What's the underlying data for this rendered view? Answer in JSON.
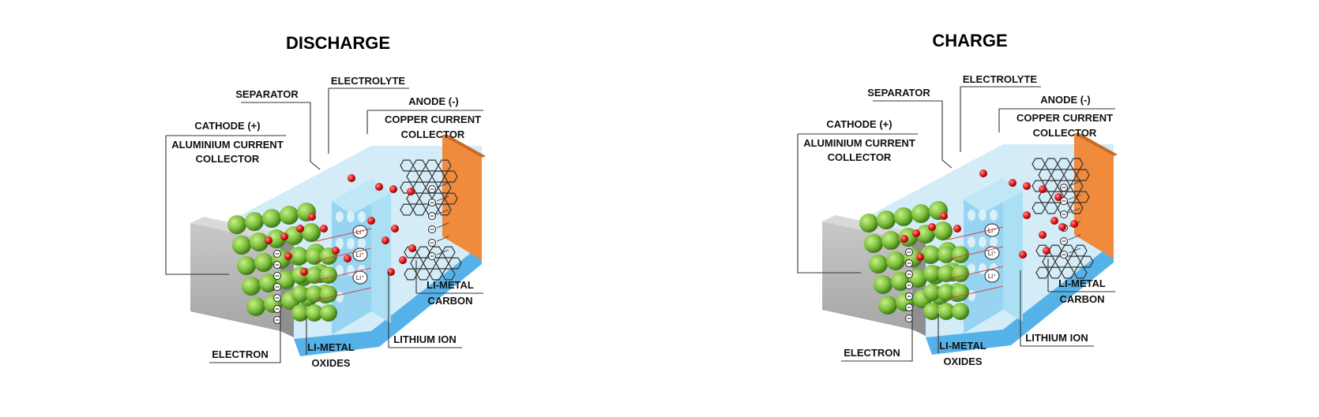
{
  "panels": [
    {
      "id": "discharge",
      "title": "DISCHARGE",
      "labels": {
        "separator": "SEPARATOR",
        "electrolyte": "ELECTROLYTE",
        "anode": "ANODE (-)",
        "anode_collector": [
          "COPPER CURRENT",
          "COLLECTOR"
        ],
        "cathode": "CATHODE (+)",
        "cathode_collector": [
          "ALUMINIUM CURRENT",
          "COLLECTOR"
        ],
        "electron": "ELECTRON",
        "li_metal_oxides": [
          "LI-METAL",
          "OXIDES"
        ],
        "lithium_ion": "LITHIUM ION",
        "li_metal_carbon": [
          "LI-METAL",
          "CARBON"
        ]
      },
      "ion_symbol": "Li⁺",
      "electron_symbol": "−",
      "flow": "to-cathode"
    },
    {
      "id": "charge",
      "title": "CHARGE",
      "labels": {
        "separator": "SEPARATOR",
        "electrolyte": "ELECTROLYTE",
        "anode": "ANODE (-)",
        "anode_collector": [
          "COPPER CURRENT",
          "COLLECTOR"
        ],
        "cathode": "CATHODE (+)",
        "cathode_collector": [
          "ALUMINIUM CURRENT",
          "COLLECTOR"
        ],
        "electron": "ELECTRON",
        "li_metal_oxides": [
          "LI-METAL",
          "OXIDES"
        ],
        "lithium_ion": "LITHIUM ION",
        "li_metal_carbon": [
          "LI-METAL",
          "CARBON"
        ]
      },
      "ion_symbol": "Li⁺",
      "electron_symbol": "−",
      "flow": "to-anode"
    }
  ],
  "colors": {
    "cathode_block_front": "#b7b7b7",
    "cathode_block_side": "#d9d9d9",
    "electrolyte": "#cbe9f7",
    "separator": "#8fd1ef",
    "anode_collector": "#f08a3c",
    "anode_collector_side": "#c96a24",
    "li_oxide_sphere": "#7cbf3c",
    "lithium_ion": "#e21a1a",
    "carbon_lattice": "#333333",
    "bottom_blue": "#2a9fe3"
  }
}
